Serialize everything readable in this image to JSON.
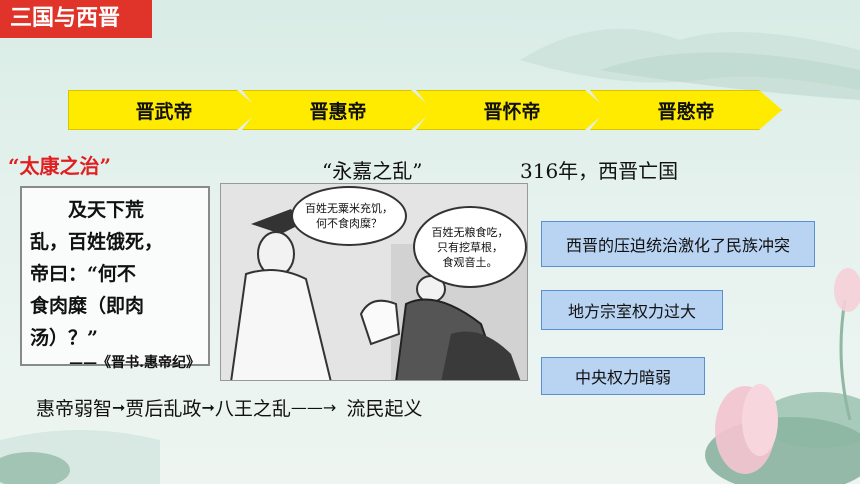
{
  "section_tag": "三国与西晋",
  "emperors": [
    "晋武帝",
    "晋惠帝",
    "晋怀帝",
    "晋愍帝"
  ],
  "labels": {
    "taikang": "“太康之治”",
    "yongjia": "“永嘉之乱”",
    "fall": "316年，西晋亡国"
  },
  "quote": {
    "line1": "及天下荒",
    "line2": "乱，百姓饿死，",
    "line3": "帝曰：“何不",
    "line4": "食肉糜（即肉",
    "line5": "汤）？”",
    "source": "——《晋书.惠帝纪》"
  },
  "comic": {
    "bubble1_l1": "百姓无粟米充饥，",
    "bubble1_l2": "何不食肉糜？",
    "bubble2_l1": "百姓无粮食吃，",
    "bubble2_l2": "只有挖草根，",
    "bubble2_l3": "食观音土。"
  },
  "causes": [
    "西晋的压迫统治激化了民族冲突",
    "地方宗室权力过大",
    "中央权力暗弱"
  ],
  "chain": {
    "step1": "惠帝弱智",
    "step2": "贾后乱政",
    "step3": "八王之乱",
    "step4": "流民起义"
  },
  "colors": {
    "tag_bg": "#e0342b",
    "arrow_fill": "#ffeb00",
    "cause_fill": "#b9d3f2",
    "highlight": "#e02020"
  }
}
